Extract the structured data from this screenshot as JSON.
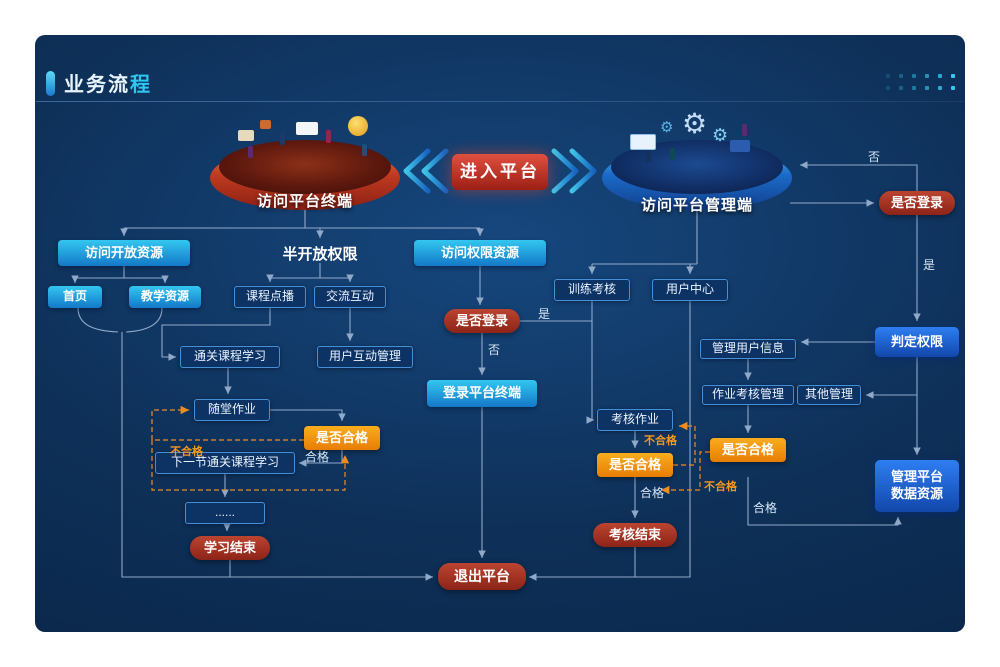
{
  "header": {
    "title_left": "业务流",
    "title_right": "程"
  },
  "platforms": {
    "left": "访问平台终端",
    "right": "访问平台管理端",
    "enter": "进入平台"
  },
  "nodes": {
    "open_res": "访问开放资源",
    "semi_open": "半开放权限",
    "perm_res": "访问权限资源",
    "home": "首页",
    "teach_res": "教学资源",
    "vod": "课程点播",
    "interact": "交流互动",
    "login_check": "是否登录",
    "training": "训练考核",
    "user_center": "用户中心",
    "pass_course": "通关课程学习",
    "interact_mgmt": "用户互动管理",
    "login_terminal": "登录平台终端",
    "homework": "随堂作业",
    "qualified": "是否合格",
    "next_course": "下一节通关课程学习",
    "ellipsis": "......",
    "study_end": "学习结束",
    "exam_hw": "考核作业",
    "exam_end": "考核结束",
    "exit": "退出平台",
    "judge": "判定权限",
    "user_mgmt": "管理用户信息",
    "hw_mgmt": "作业考核管理",
    "other_mgmt": "其他管理",
    "data_mgmt": "管理平台数据资源"
  },
  "edges": {
    "yes": "是",
    "no": "否",
    "pass": "合格",
    "fail": "不合格"
  },
  "icons": {
    "gear": "⚙"
  },
  "colors": {
    "panel_navy": "#0e3058",
    "cyan": "#2ec6f2",
    "red": "#a93226",
    "orange": "#f29111",
    "blue": "#2b7bf0",
    "line": "#90a9c9",
    "fail_orange": "#f08c1e"
  }
}
